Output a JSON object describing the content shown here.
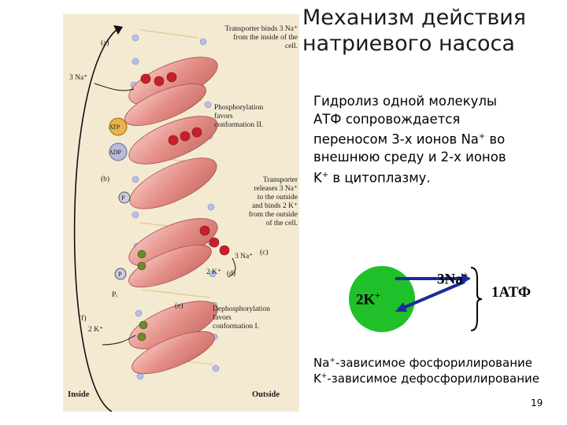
{
  "title": "Механизм действия\nнатриевого насоса",
  "paragraph": {
    "line1": "Гидролиз одной молекулы",
    "line2": "АТФ сопровождается",
    "line3_pre": "переносом 3-х ионов Na",
    "line3_sup": "+",
    "line3_post": " во",
    "line4": "внешнюю среду и 2-х ионов",
    "line5_pre": "K",
    "line5_sup": "+",
    "line5_post": " в цитоплазму."
  },
  "scheme": {
    "na_label": "3Na",
    "na_sup": "+",
    "k_label": "2K",
    "k_sup": "+",
    "atp_label": "1АТФ"
  },
  "bottom": {
    "line1_pre": "Na",
    "line1_sup": "+",
    "line1_post": "-зависимое фосфорилирование",
    "line2_pre": "K",
    "line2_sup": "+",
    "line2_post": "-зависимое дефосфорилирование"
  },
  "page_number": "19",
  "figure": {
    "caption_a": "Transporter binds 3 Na⁺\nfrom the inside of the\ncell.",
    "step_a": "(a)",
    "ion_3na_in": "3 Na⁺",
    "caption_phos": "Phosphorylation\nfavors\nconformation II.",
    "atp": "ATP",
    "adp": "ADP",
    "step_b": "(b)",
    "p1": "P",
    "caption_release": "Transporter\nreleases 3 Na⁺\nto the outside\nand binds 2 K⁺\nfrom the outside\nof the cell.",
    "ion_3na_out": "3 Na⁺",
    "step_c": "(c)",
    "p2": "P",
    "ion_2k_in": "2 K⁺",
    "step_d": "(d)",
    "pi": "Pᵢ",
    "step_e": "(e)",
    "step_f": "(f)",
    "ion_2k_out": "2 K⁺",
    "caption_dephos": "Dephosphorylation\nfavors\nconformation I.",
    "inside": "Inside",
    "outside": "Outside"
  },
  "colors": {
    "arrow_blue": "#1a2a9a",
    "membrane": "#f4ead2",
    "protein": "#e89a94",
    "na_ion": "#c8202a",
    "k_ion": "#6f8a2a"
  }
}
